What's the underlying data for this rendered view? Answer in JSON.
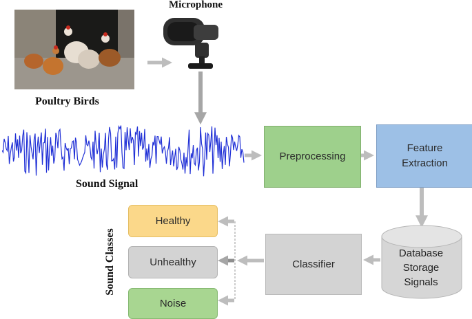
{
  "labels": {
    "microphone": "Microphone",
    "poultry": "Poultry Birds",
    "sound_signal": "Sound Signal",
    "sound_classes": "Sound Classes"
  },
  "boxes": {
    "preprocessing": "Preprocessing",
    "feature_line1": "Feature",
    "feature_line2": "Extraction",
    "classifier": "Classifier",
    "db_line1": "Database",
    "db_line2": "Storage",
    "db_line3": "Signals"
  },
  "classes": {
    "healthy": "Healthy",
    "unhealthy": "Unhealthy",
    "noise": "Noise"
  },
  "colors": {
    "preprocessing": "#9ed08c",
    "feature": "#9dc0e6",
    "classifier": "#d3d3d3",
    "healthy": "#fbd88a",
    "unhealthy": "#d3d3d3",
    "noise": "#a8d691",
    "waveform": "#1f2fd6",
    "arrow": "#bdbdbd"
  },
  "icons": {
    "photo": "chickens-photo",
    "microphone": "microphone-icon",
    "waveform": "waveform-icon",
    "database": "database-cylinder-icon"
  }
}
